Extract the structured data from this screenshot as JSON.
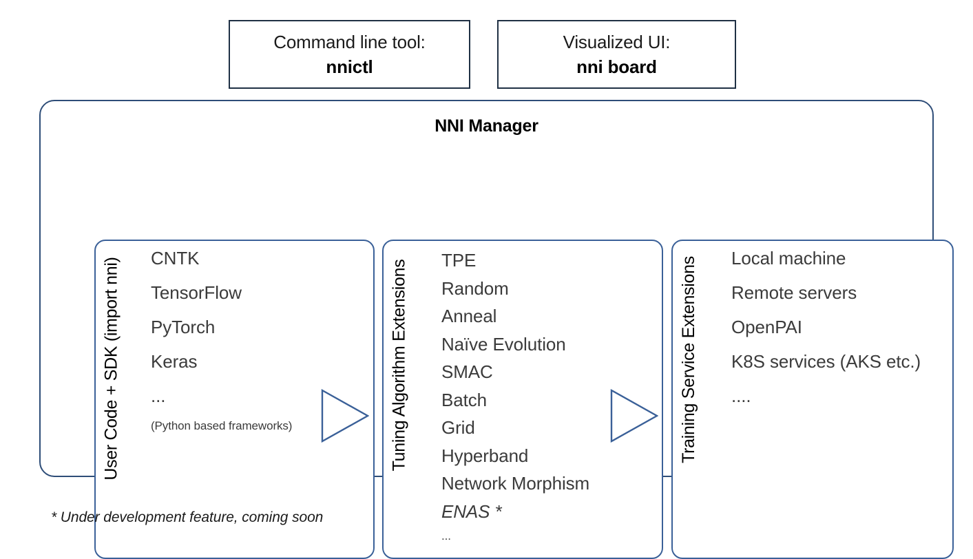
{
  "diagram": {
    "title": "NNI Manager",
    "footnote": "* Under development feature, coming soon"
  },
  "top_boxes": [
    {
      "caption": "Command line tool:",
      "value": "nnictl"
    },
    {
      "caption": "Visualized UI:",
      "value": "nni board"
    }
  ],
  "panels": [
    {
      "side_label": "User Code + SDK (import nni)",
      "items": [
        {
          "text": "CNTK"
        },
        {
          "text": "TensorFlow"
        },
        {
          "text": "PyTorch",
          "misspelled": true
        },
        {
          "text": "Keras"
        },
        {
          "text": "..."
        },
        {
          "text": "(Python based frameworks)",
          "small": true
        }
      ]
    },
    {
      "side_label": "Tuning Algorithm Extensions",
      "items": [
        {
          "text": "TPE"
        },
        {
          "text": "Random"
        },
        {
          "text": "Anneal"
        },
        {
          "text": "Naïve Evolution"
        },
        {
          "text": "SMAC"
        },
        {
          "text": "Batch"
        },
        {
          "text": "Grid"
        },
        {
          "text": "Hyperband"
        },
        {
          "text": "Network Morphism"
        },
        {
          "text": "ENAS *",
          "italic": true
        },
        {
          "text": "..."
        }
      ]
    },
    {
      "side_label": "Training Service Extensions",
      "items": [
        {
          "text": "Local machine"
        },
        {
          "text": "Remote servers"
        },
        {
          "text": "OpenPAI"
        },
        {
          "text": "K8S services (AKS etc.)"
        },
        {
          "text": "...."
        }
      ]
    }
  ],
  "arrows": [
    {
      "name": "arrow-user-to-tuning"
    },
    {
      "name": "arrow-tuning-to-training"
    }
  ],
  "colors": {
    "top_box_border": "#1F3044",
    "container_border": "#2E4D78",
    "panel_border": "#3A6098",
    "arrow_stroke": "#3A6098",
    "text": "#3b3b3b",
    "spellcheck_underline": "#e03030"
  }
}
